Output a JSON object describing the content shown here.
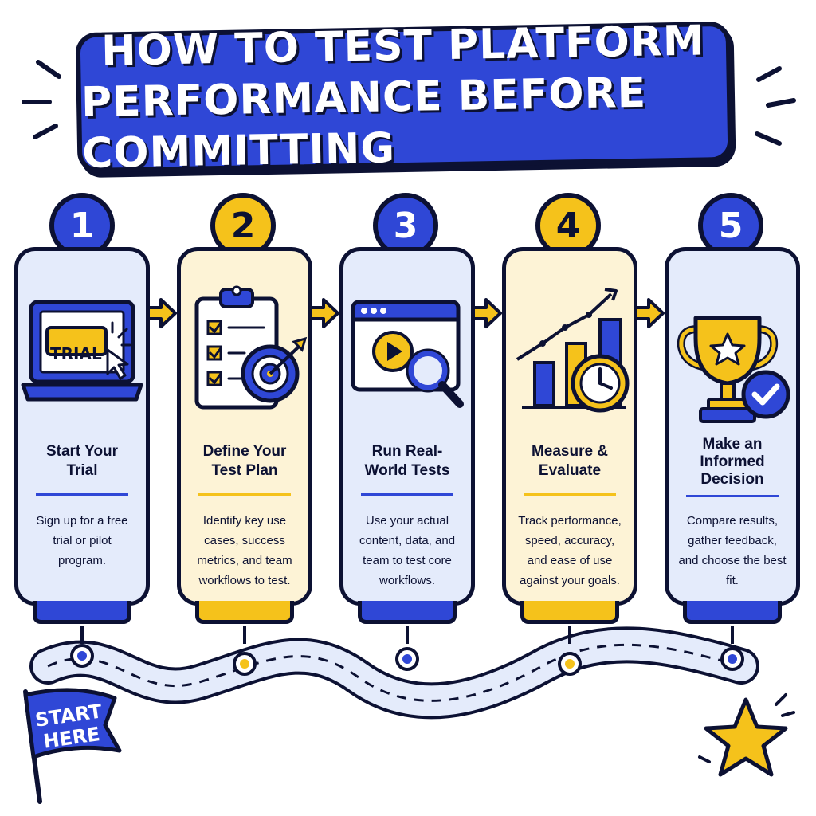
{
  "title": {
    "line1": "HOW TO TEST PLATFORM",
    "line2": "PERFORMANCE BEFORE COMMITTING"
  },
  "colors": {
    "blue": "#2f47d6",
    "yellow": "#f5c21b",
    "ink": "#0c1133",
    "blue_card": "#e4ebfb",
    "yellow_card": "#fdf3d6"
  },
  "steps": [
    {
      "number": "1",
      "title": "Start Your Trial",
      "description": "Sign up for a free trial or pilot program.",
      "icon": "laptop-trial-icon",
      "icon_text": "TRIAL"
    },
    {
      "number": "2",
      "title": "Define Your Test Plan",
      "description": "Identify key use cases, success metrics, and team workflows to test.",
      "icon": "checklist-target-icon"
    },
    {
      "number": "3",
      "title": "Run Real-World Tests",
      "description": "Use your actual content, data, and team to test core workflows.",
      "icon": "browser-magnifier-icon"
    },
    {
      "number": "4",
      "title": "Measure & Evaluate",
      "description": "Track performance, speed, accuracy, and ease of use against your goals.",
      "icon": "chart-clock-icon"
    },
    {
      "number": "5",
      "title": "Make an Informed Decision",
      "description": "Compare results, gather feedback, and choose the best fit.",
      "icon": "trophy-check-icon"
    }
  ],
  "flag": {
    "line1": "START",
    "line2": "HERE"
  }
}
